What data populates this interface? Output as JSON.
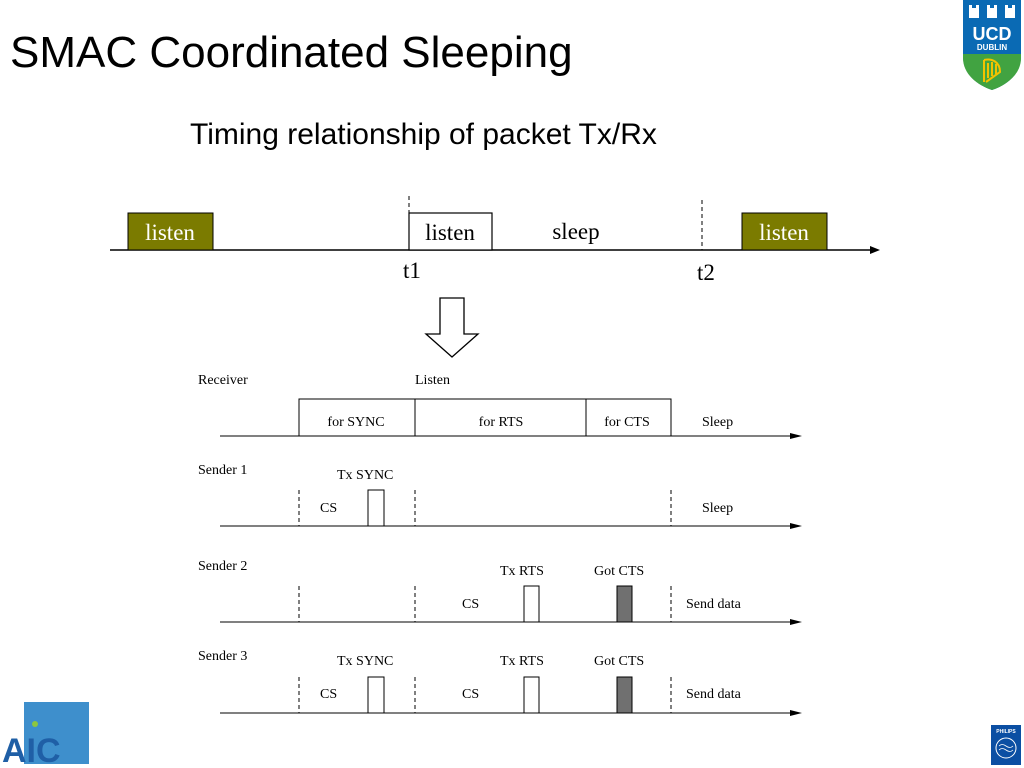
{
  "title": "SMAC Coordinated Sleeping",
  "subtitle": "Timing relationship of packet Tx/Rx",
  "timeline": {
    "listen_first": "listen",
    "listen_middle": "listen",
    "sleep": "sleep",
    "listen_last": "listen",
    "t1": "t1",
    "t2": "t2"
  },
  "detail": {
    "receiver": {
      "label": "Receiver",
      "listen": "Listen",
      "for_sync": "for SYNC",
      "for_rts": "for RTS",
      "for_cts": "for CTS",
      "sleep": "Sleep"
    },
    "sender1": {
      "label": "Sender 1",
      "cs": "CS",
      "tx_sync": "Tx SYNC",
      "sleep": "Sleep"
    },
    "sender2": {
      "label": "Sender 2",
      "cs": "CS",
      "tx_rts": "Tx RTS",
      "got_cts": "Got CTS",
      "send_data": "Send data"
    },
    "sender3": {
      "label": "Sender 3",
      "cs1": "CS",
      "tx_sync": "Tx SYNC",
      "cs2": "CS",
      "tx_rts": "Tx RTS",
      "got_cts": "Got CTS",
      "send_data": "Send data"
    }
  },
  "logos": {
    "ucd_line1": "UCD",
    "ucd_line2": "DUBLIN",
    "aic": "AIC",
    "philips": "PHILIPS"
  },
  "colors": {
    "listen_fill": "#7b7b00",
    "ucd_blue": "#0a6ab4",
    "ucd_green": "#41a341",
    "aic_blue": "#3e8fcc",
    "got_cts_fill": "#707070"
  }
}
